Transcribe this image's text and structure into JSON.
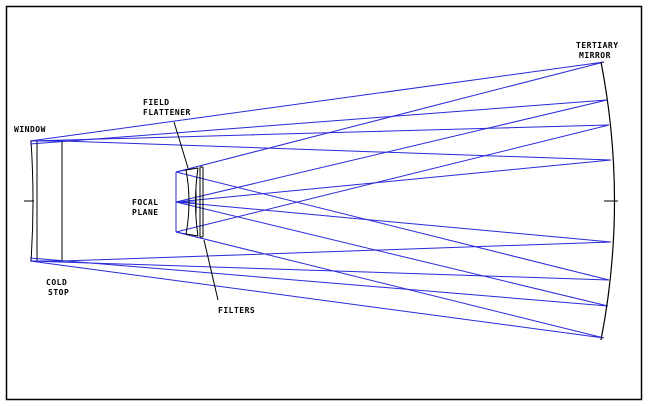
{
  "colors": {
    "ray": "#2a2ad8",
    "outline": "#000000",
    "background": "#ffffff"
  },
  "labels": {
    "tertiary_mirror": [
      "TERTIARY",
      "MIRROR"
    ],
    "window": [
      "WINDOW"
    ],
    "field_flattener": [
      "FIELD",
      "FLATTENER"
    ],
    "focal_plane": [
      "FOCAL",
      "PLANE"
    ],
    "cold_stop": [
      "COLD",
      "STOP"
    ],
    "filters": [
      "FILTERS"
    ]
  }
}
